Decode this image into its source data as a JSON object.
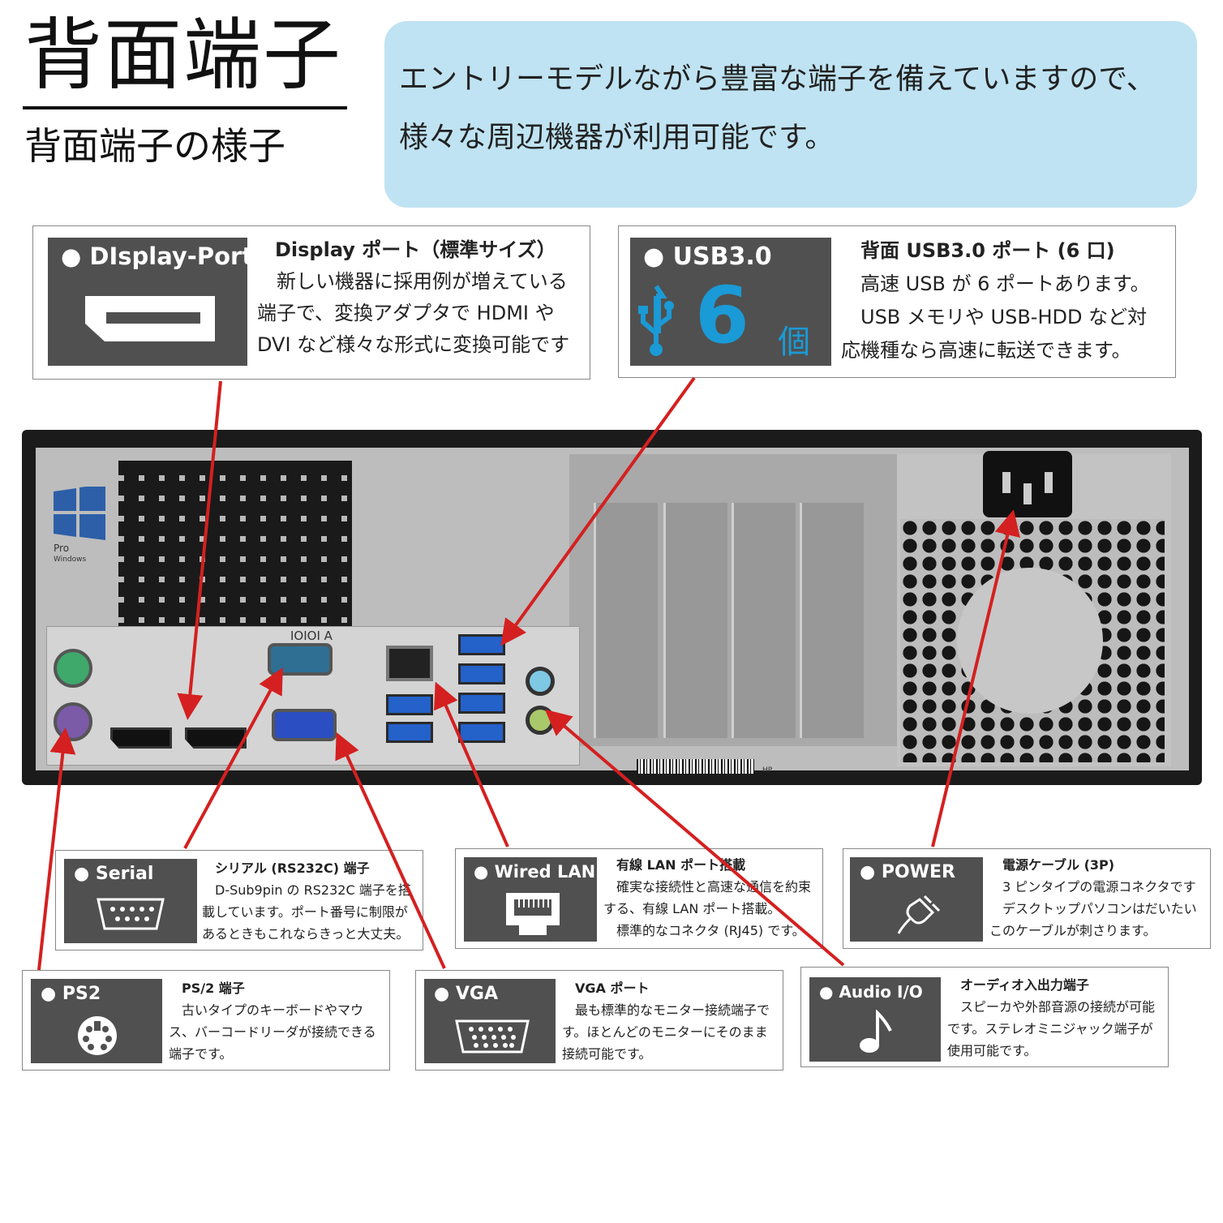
{
  "header": {
    "title": "背面端子",
    "subtitle": "背面端子の様子"
  },
  "intro": {
    "line1": "エントリーモデルながら豊富な端子を備えていますので、",
    "line2": "様々な周辺機器が利用可能です。"
  },
  "callouts": {
    "displayport": {
      "badge": "● DIsplay-Port",
      "heading": "Display ポート（標準サイズ）",
      "lines": [
        "　新しい機器に採用例が増えている",
        "端子で、変換アダプタで HDMI や",
        "DVI など様々な形式に変換可能です"
      ]
    },
    "usb": {
      "badge": "● USB3.0",
      "count": "6",
      "unit": "個",
      "heading": "背面 USB3.0 ポート (6 口)",
      "lines": [
        "　高速 USB が 6 ポートあります。",
        "　USB メモリや USB-HDD など対",
        "応機種なら高速に転送できます。"
      ]
    },
    "serial": {
      "badge": "● Serial",
      "heading": "シリアル (RS232C) 端子",
      "lines": [
        "　D-Sub9pin の RS232C 端子を搭",
        "載しています。ポート番号に制限が",
        "あるときもこれならきっと大丈夫。"
      ]
    },
    "lan": {
      "badge": "● Wired LAN",
      "heading": "有線 LAN ポート搭載",
      "lines": [
        "　確実な接続性と高速な通信を約束",
        "する、有線 LAN ポート搭載。",
        "　標準的なコネクタ (RJ45) です。"
      ]
    },
    "power": {
      "badge": "● POWER",
      "heading": "電源ケーブル (3P)",
      "lines": [
        "　3 ピンタイプの電源コネクタです",
        "　デスクトップパソコンはだいたい",
        "このケーブルが刺さります。"
      ]
    },
    "ps2": {
      "badge": "● PS2",
      "heading": "PS/2 端子",
      "lines": [
        "　古いタイプのキーボードやマウ",
        "ス、バーコードリーダが接続できる",
        "端子です。"
      ]
    },
    "vga": {
      "badge": "● VGA",
      "heading": "VGA ポート",
      "lines": [
        "　最も標準的なモニター接続端子で",
        "す。ほとんどのモニターにそのまま",
        "接続可能です。"
      ]
    },
    "audio": {
      "badge": "● Audio I/O",
      "heading": "オーディオ入出力端子",
      "lines": [
        "　スピーカや外部音源の接続が可能",
        "です。ステレオミニジャック端子が",
        "使用可能です。"
      ]
    }
  },
  "pc_panel": {
    "os_label_1": "Pro",
    "os_label_2": "Windows",
    "serial_marking": "IOIOI A",
    "brand": "HP"
  },
  "colors": {
    "intro_bg": "#bfe3f2",
    "badge_bg": "#505050",
    "usb_accent": "#1a9ad6",
    "arrow": "#d42020",
    "ps2_keyboard": "#7b5aa8",
    "ps2_mouse": "#3fa86b",
    "audio_out": "#a9c86a",
    "audio_in": "#7ec8e3",
    "usb3_port": "#2461c9"
  },
  "icons": {
    "displayport": "displayport-connector-icon",
    "usb": "usb-trident-icon",
    "serial": "db9-connector-icon",
    "lan": "rj45-connector-icon",
    "power": "power-plug-icon",
    "ps2": "ps2-connector-icon",
    "vga": "vga-connector-icon",
    "audio": "music-note-icon"
  }
}
